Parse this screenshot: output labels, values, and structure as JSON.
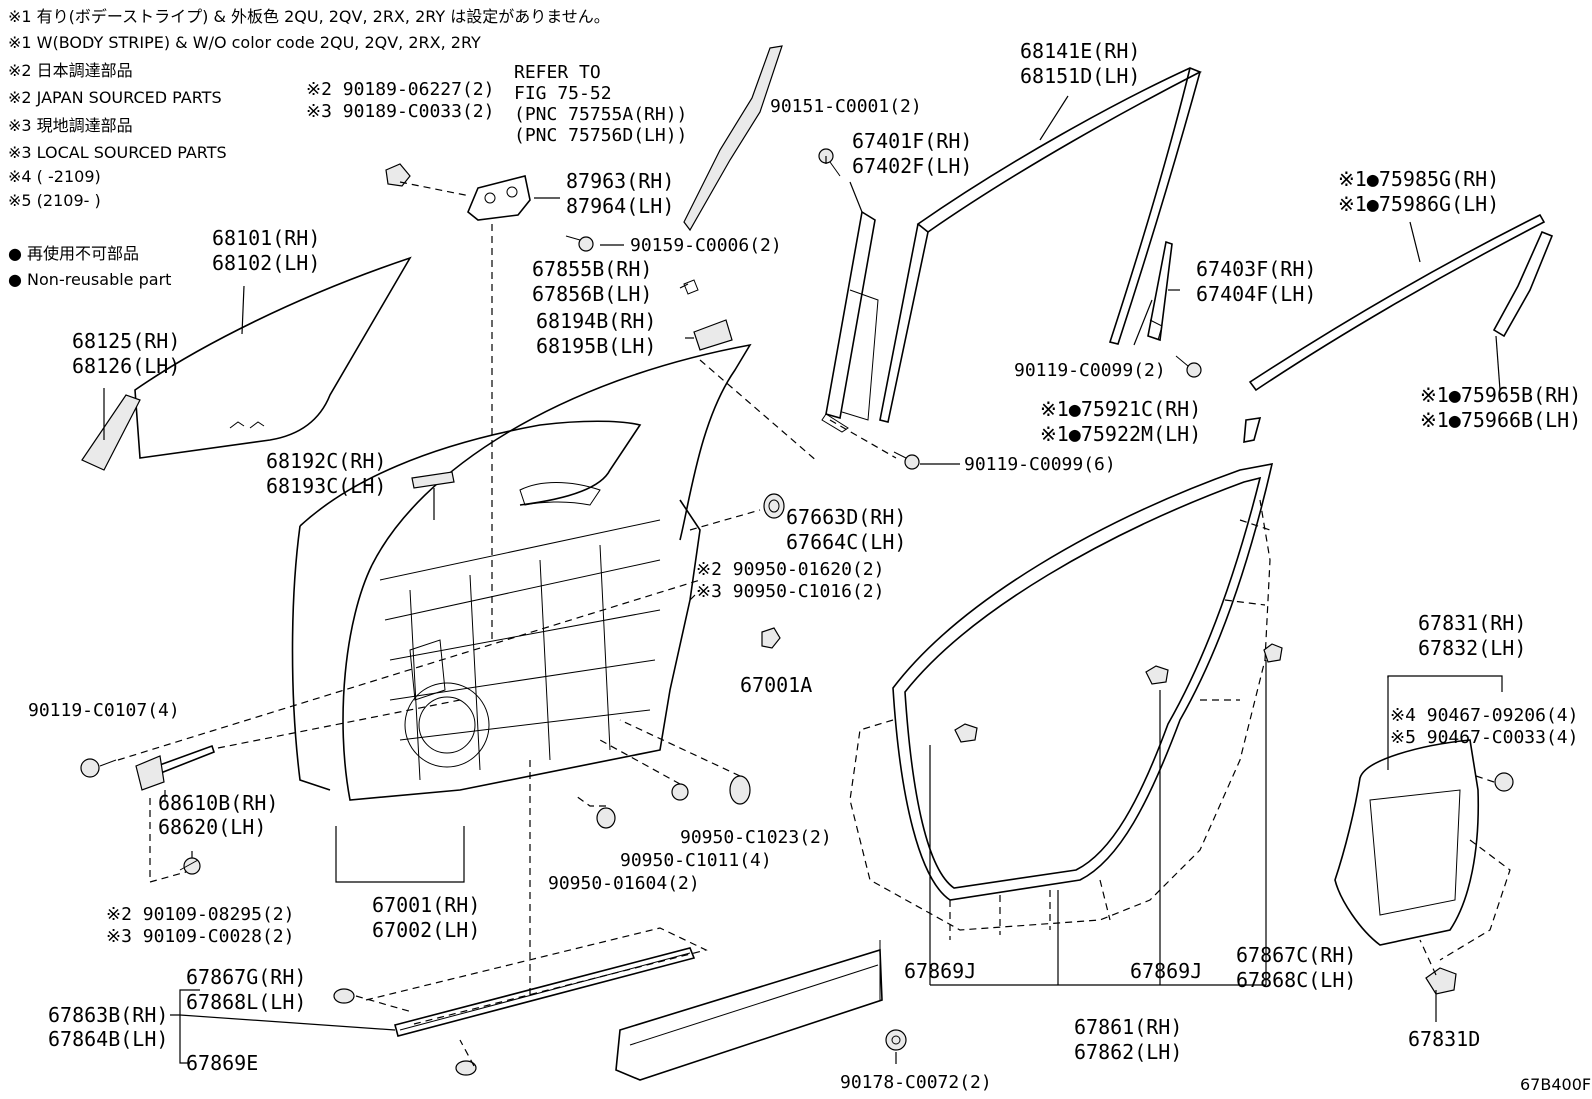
{
  "notes": [
    "※1 有り(ボデーストライプ) & 外板色 2QU, 2QV, 2RX, 2RY は設定がありません。",
    "※1 W(BODY STRIPE) & W/O color code 2QU, 2QV, 2RX, 2RY",
    "※2 日本調達部品",
    "※2 JAPAN SOURCED PARTS",
    "※3 現地調達部品",
    "※3 LOCAL SOURCED PARTS",
    "※4 (      -2109)",
    "※5 (2109-      )"
  ],
  "legend": [
    "● 再使用不可部品",
    "● Non-reusable part"
  ],
  "refer": [
    "REFER TO",
    "FIG 75-52",
    "(PNC 75755A(RH))",
    "(PNC 75756D(LH))"
  ],
  "figure_id": "67B400F",
  "parts": {
    "p68101": [
      "68101(RH)",
      "68102(LH)"
    ],
    "p68125": [
      "68125(RH)",
      "68126(LH)"
    ],
    "p90189": [
      "※2 90189-06227(2)",
      "※3 90189-C0033(2)"
    ],
    "p87963": [
      "87963(RH)",
      "87964(LH)"
    ],
    "p90159": [
      "90159-C0006(2)"
    ],
    "p67855": [
      "67855B(RH)",
      "67856B(LH)"
    ],
    "p68194": [
      "68194B(RH)",
      "68195B(LH)"
    ],
    "p90151": [
      "90151-C0001(2)"
    ],
    "p67401": [
      "67401F(RH)",
      "67402F(LH)"
    ],
    "p68141": [
      "68141E(RH)",
      "68151D(LH)"
    ],
    "p67403": [
      "67403F(RH)",
      "67404F(LH)"
    ],
    "p90119a": [
      "90119-C0099(2)"
    ],
    "p75985": [
      "※1●75985G(RH)",
      "※1●75986G(LH)"
    ],
    "p75965": [
      "※1●75965B(RH)",
      "※1●75966B(LH)"
    ],
    "p75921": [
      "※1●75921C(RH)",
      "※1●75922M(LH)"
    ],
    "p90119b": [
      "90119-C0099(6)"
    ],
    "p68192": [
      "68192C(RH)",
      "68193C(LH)"
    ],
    "p67663": [
      "67663D(RH)",
      "67664C(LH)"
    ],
    "p90950a": [
      "※2 90950-01620(2)",
      "※3 90950-C1016(2)"
    ],
    "p67001a": [
      "67001A"
    ],
    "p90119c": [
      "90119-C0107(4)"
    ],
    "p68610": [
      "68610B(RH)",
      "68620(LH)"
    ],
    "p90950b": [
      "90950-C1023(2)"
    ],
    "p90950c": [
      "90950-C1011(4)"
    ],
    "p90950d": [
      "90950-01604(2)"
    ],
    "p67001": [
      "67001(RH)",
      "67002(LH)"
    ],
    "p90109": [
      "※2 90109-08295(2)",
      "※3 90109-C0028(2)"
    ],
    "p67831": [
      "67831(RH)",
      "67832(LH)"
    ],
    "p90467": [
      "※4 90467-09206(4)",
      "※5 90467-C0033(4)"
    ],
    "p67867g": [
      "67867G(RH)",
      "67868L(LH)"
    ],
    "p67863": [
      "67863B(RH)",
      "67864B(LH)"
    ],
    "p67869e": [
      "67869E"
    ],
    "p67869j1": [
      "67869J"
    ],
    "p67869j2": [
      "67869J"
    ],
    "p67867c": [
      "67867C(RH)",
      "67868C(LH)"
    ],
    "p67861": [
      "67861(RH)",
      "67862(LH)"
    ],
    "p67831d": [
      "67831D"
    ],
    "p90178": [
      "90178-C0072(2)"
    ]
  }
}
